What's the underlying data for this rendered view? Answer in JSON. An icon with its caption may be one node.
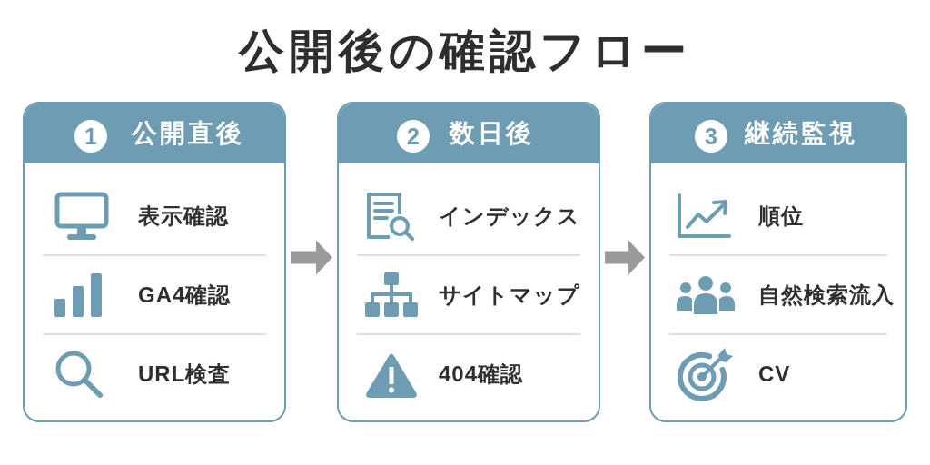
{
  "diagram": {
    "title": "公開後の確認フロー",
    "nodes": [
      {
        "text": [
          "公開直後",
          "表示確認",
          "GA4確認",
          "URL検査"
        ]
      },
      {
        "text": [
          "1"
        ],
        "in": 0
      },
      {
        "text": [
          "数日後",
          "インデックス",
          "サイトマップ",
          "404確認"
        ]
      },
      {
        "text": [
          "2"
        ],
        "in": 2
      },
      {
        "text": [
          "継続監視",
          "順位",
          "自然検索流入",
          "CV"
        ]
      },
      {
        "text": [
          "3"
        ],
        "in": 4
      }
    ],
    "edges": [
      {
        "from": 0,
        "to": 2,
        "arrow": "to"
      },
      {
        "from": 2,
        "to": 4,
        "arrow": "to"
      }
    ]
  }
}
